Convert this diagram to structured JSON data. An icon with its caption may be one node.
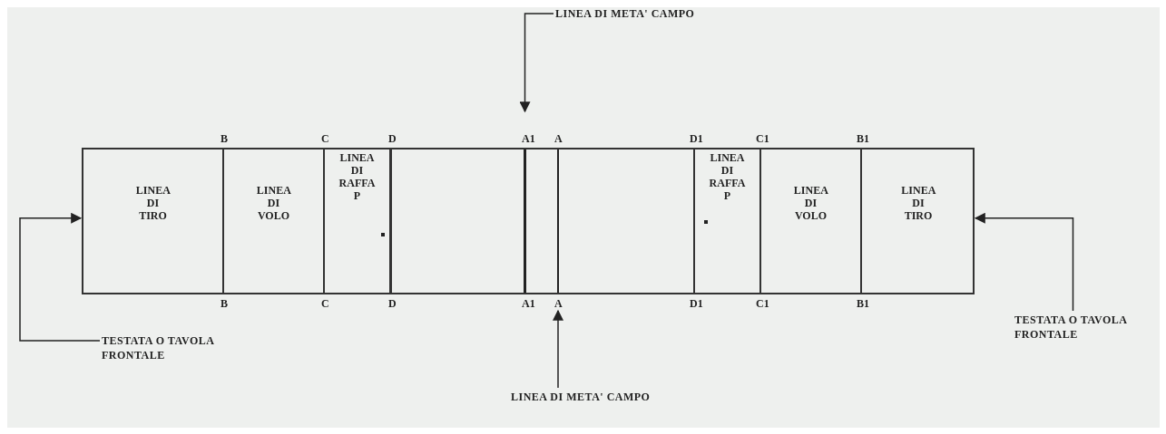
{
  "diagram": {
    "nodes": [
      {
        "text": [],
        "shape": "box"
      },
      {
        "text": [
          "LINEA DI TIRO"
        ],
        "in": 0
      },
      {
        "text": [
          "LINEA DI VOLO"
        ],
        "in": 0
      },
      {
        "text": [
          "LINEA DI RAFFA",
          "P"
        ],
        "in": 0
      },
      {
        "text": [
          "LINEA DI RAFFA",
          "P"
        ],
        "in": 0
      },
      {
        "text": [
          "LINEA DI VOLO"
        ],
        "in": 0
      },
      {
        "text": [
          "LINEA DI TIRO"
        ],
        "in": 0
      },
      {
        "text": [
          "LINEA DI META' CAMPO"
        ]
      },
      {
        "text": [],
        "shape": "line",
        "in": 0
      },
      {
        "text": [],
        "shape": "line",
        "in": 0
      },
      {
        "text": [
          "TESTATA O TAVOLA FRONTALE"
        ]
      },
      {
        "text": [
          "TESTATA O TAVOLA FRONTALE"
        ]
      },
      {
        "text": [
          "LINEA DI META' CAMPO"
        ]
      }
    ],
    "edges": [
      {
        "from": 7,
        "to": 8,
        "arrow": "to"
      },
      {
        "from": 10,
        "to": 0,
        "arrow": "to"
      },
      {
        "from": 11,
        "to": 0,
        "arrow": "to"
      },
      {
        "from": 12,
        "to": 9,
        "arrow": "to"
      }
    ],
    "labels": [
      "B",
      "C",
      "D",
      "A1",
      "A",
      "D1",
      "C1",
      "B1",
      "B",
      "C",
      "D",
      "A1",
      "A",
      "D1",
      "C1",
      "B1"
    ]
  }
}
